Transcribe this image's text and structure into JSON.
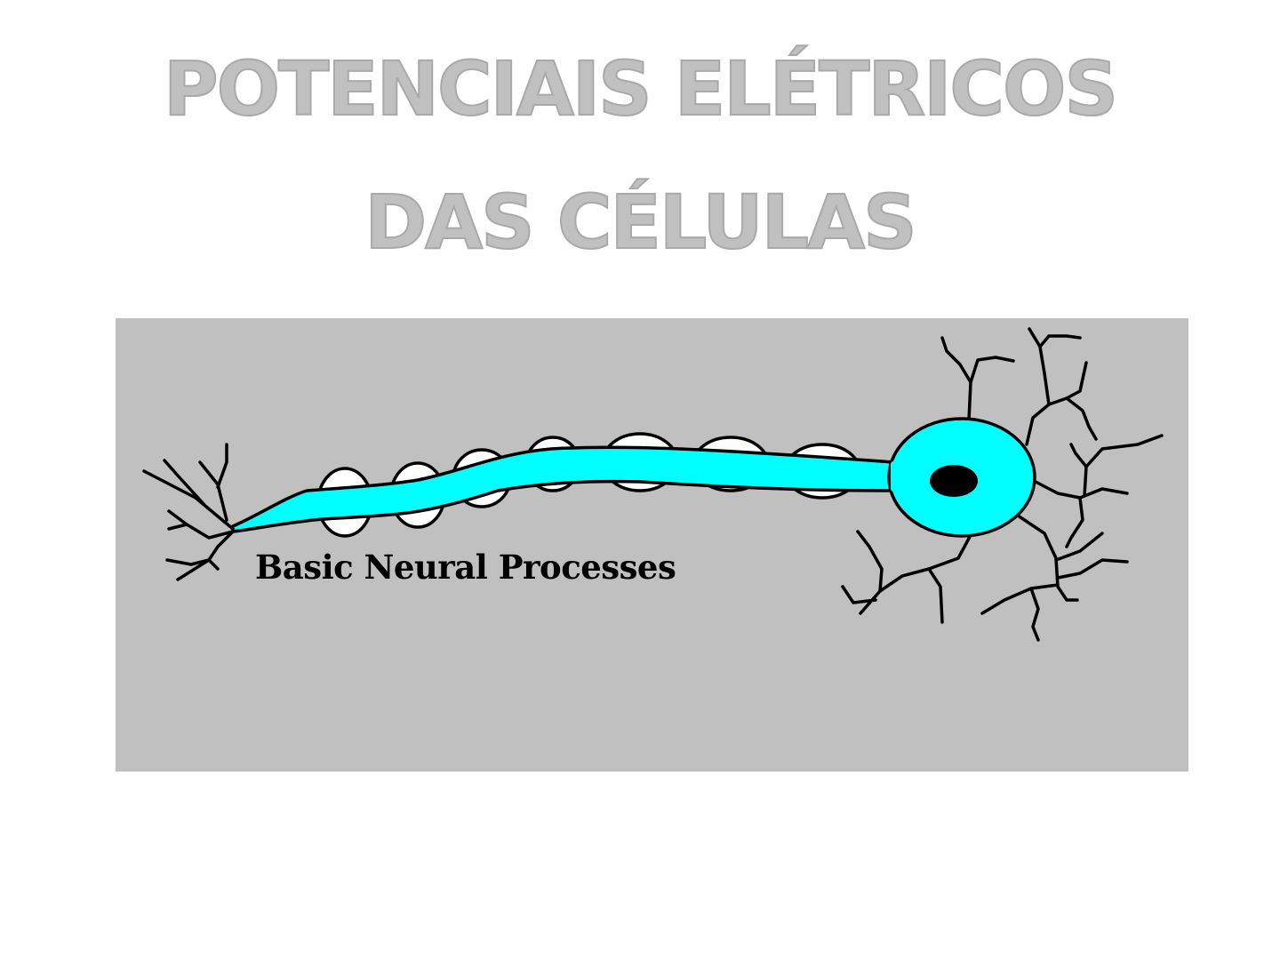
{
  "slide": {
    "title_line1": "POTENCIAIS ELÉTRICOS",
    "title_line2": "DAS CÉLULAS"
  },
  "figure": {
    "caption": "Basic Neural Processes",
    "colors": {
      "background": "#c0c0c0",
      "axon": "#00ffff",
      "myelin": "#ffffff",
      "outline": "#000000"
    }
  }
}
